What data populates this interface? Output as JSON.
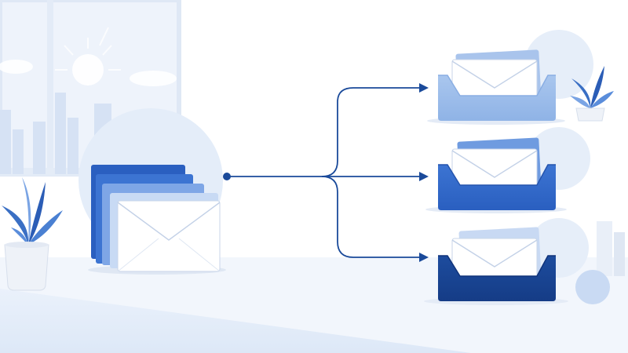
{
  "illustration": {
    "flow": {
      "source": "email-stack",
      "targets": [
        "tray-light",
        "tray-medium",
        "tray-dark"
      ]
    },
    "colors": {
      "navy": "#1a4a9a",
      "dark_blue": "#183f8f",
      "medium_blue": "#2f66c8",
      "light_blue": "#9fbdea",
      "pale_blue": "#dce8f8",
      "background": "#ffffff"
    },
    "icons": [
      "envelope-icon",
      "tray-icon",
      "plant-icon",
      "window",
      "sun"
    ]
  }
}
